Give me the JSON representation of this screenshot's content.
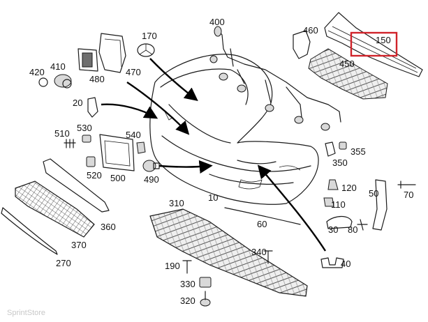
{
  "labels": {
    "l400": "400",
    "l460": "460",
    "l150": "150",
    "l170": "170",
    "l410": "410",
    "l420": "420",
    "l480": "480",
    "l470": "470",
    "l450": "450",
    "l20": "20",
    "l510": "510",
    "l530": "530",
    "l540": "540",
    "l520": "520",
    "l500": "500",
    "l490": "490",
    "l355": "355",
    "l350": "350",
    "l120": "120",
    "l110": "110",
    "l50": "50",
    "l70": "70",
    "l10": "10",
    "l60": "60",
    "l30": "30",
    "l80": "80",
    "l310": "310",
    "l360": "360",
    "l370": "370",
    "l270": "270",
    "l340": "340",
    "l40": "40",
    "l190": "190",
    "l330": "330",
    "l320": "320"
  },
  "highlight": {
    "part": "150",
    "color": "#d0232a"
  },
  "watermark": "SprintStore"
}
